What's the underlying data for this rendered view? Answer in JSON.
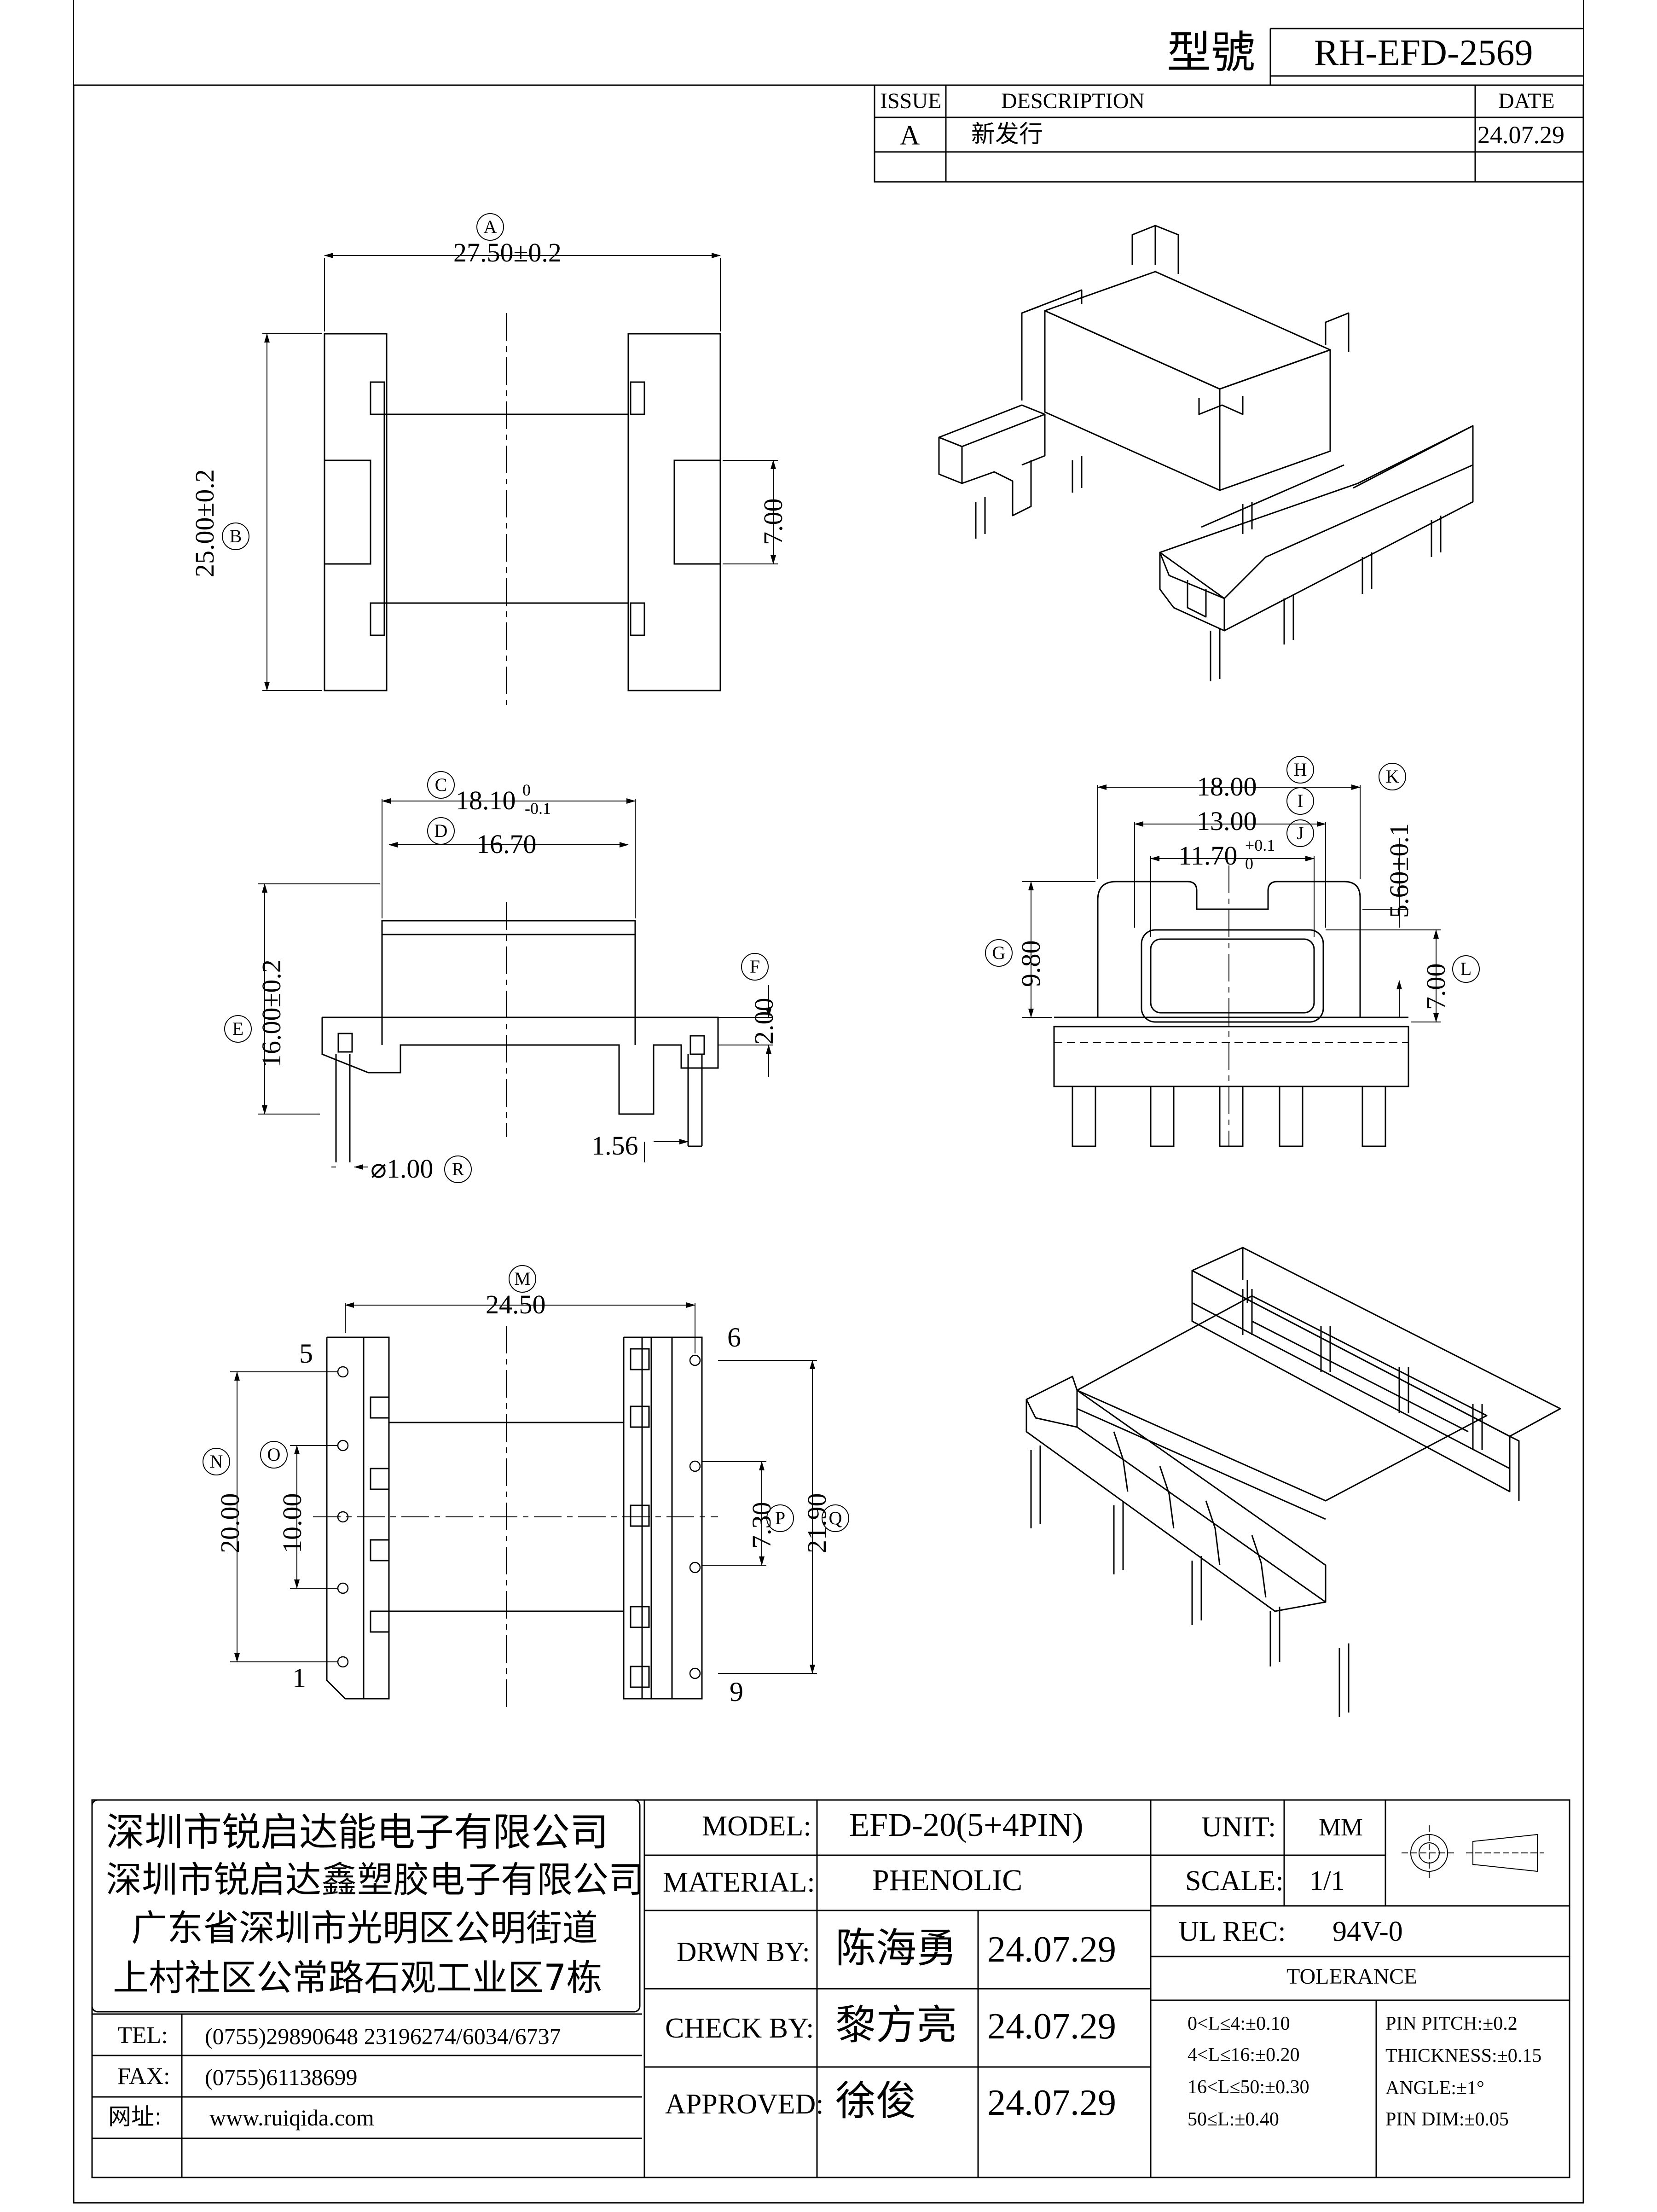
{
  "header": {
    "model_no_label": "型號",
    "model_no": "RH-EFD-2569"
  },
  "revision": {
    "columns": [
      "ISSUE",
      "DESCRIPTION",
      "DATE"
    ],
    "rows": [
      {
        "issue": "A",
        "description": "新发行",
        "date": "24.07.29"
      }
    ]
  },
  "views": {
    "top": {
      "dims": [
        {
          "id": "A",
          "text": "27.50±0.2"
        },
        {
          "id": "B",
          "text": "25.00±0.2"
        },
        {
          "id": "",
          "text": "7.00"
        }
      ]
    },
    "side": {
      "dims": [
        {
          "id": "C",
          "text": "18.10",
          "tol_upper": "0",
          "tol_lower": "-0.1"
        },
        {
          "id": "D",
          "text": "16.70"
        },
        {
          "id": "E",
          "text": "16.00±0.2"
        },
        {
          "id": "F",
          "text": "2.00"
        },
        {
          "id": "",
          "text": "1.56"
        },
        {
          "id": "R",
          "text": "⌀1.00"
        }
      ]
    },
    "front": {
      "dims": [
        {
          "id": "H",
          "text": "18.00"
        },
        {
          "id": "I",
          "text": "13.00"
        },
        {
          "id": "J",
          "text": "11.70",
          "tol_upper": "+0.1",
          "tol_lower": "0"
        },
        {
          "id": "K",
          "text": "5.60±0.1"
        },
        {
          "id": "G",
          "text": "9.80"
        },
        {
          "id": "L",
          "text": "7.00"
        }
      ]
    },
    "bottom": {
      "dims": [
        {
          "id": "M",
          "text": "24.50"
        },
        {
          "id": "N",
          "text": "20.00"
        },
        {
          "id": "O",
          "text": "10.00"
        },
        {
          "id": "P",
          "text": "7.30"
        },
        {
          "id": "Q",
          "text": "21.90"
        }
      ],
      "pins": {
        "p5": "5",
        "p1": "1",
        "p6": "6",
        "p9": "9"
      }
    }
  },
  "company": {
    "lines": [
      "深圳市锐启达能电子有限公司",
      "深圳市锐启达鑫塑胶电子有限公司",
      "广东省深圳市光明区公明街道",
      "上村社区公常路石观工业区7栋"
    ],
    "contacts": [
      {
        "label": "TEL:",
        "value": "(0755)29890648   23196274/6034/6737"
      },
      {
        "label": "FAX:",
        "value": "(0755)61138699"
      },
      {
        "label": "网址:",
        "value": "www.ruiqida.com"
      }
    ]
  },
  "title_block": {
    "model_label": "MODEL:",
    "model": "EFD-20(5+4PIN)",
    "material_label": "MATERIAL:",
    "material": "PHENOLIC",
    "unit_label": "UNIT:",
    "unit": "MM",
    "scale_label": "SCALE:",
    "scale": "1/1",
    "ul_label": "UL REC:",
    "ul": "94V-0",
    "drawn_label": "DRWN BY:",
    "drawn": "陈海勇",
    "drawn_date": "24.07.29",
    "check_label": "CHECK BY:",
    "check": "黎方亮",
    "check_date": "24.07.29",
    "approved_label": "APPROVED:",
    "approved": "徐俊",
    "approved_date": "24.07.29"
  },
  "tolerance": {
    "title": "TOLERANCE",
    "left": [
      "0<L≤4:±0.10",
      "4<L≤16:±0.20",
      "16<L≤50:±0.30",
      "50≤L:±0.40"
    ],
    "right": [
      "PIN PITCH:±0.2",
      "THICKNESS:±0.15",
      "ANGLE:±1°",
      "PIN DIM:±0.05"
    ]
  }
}
